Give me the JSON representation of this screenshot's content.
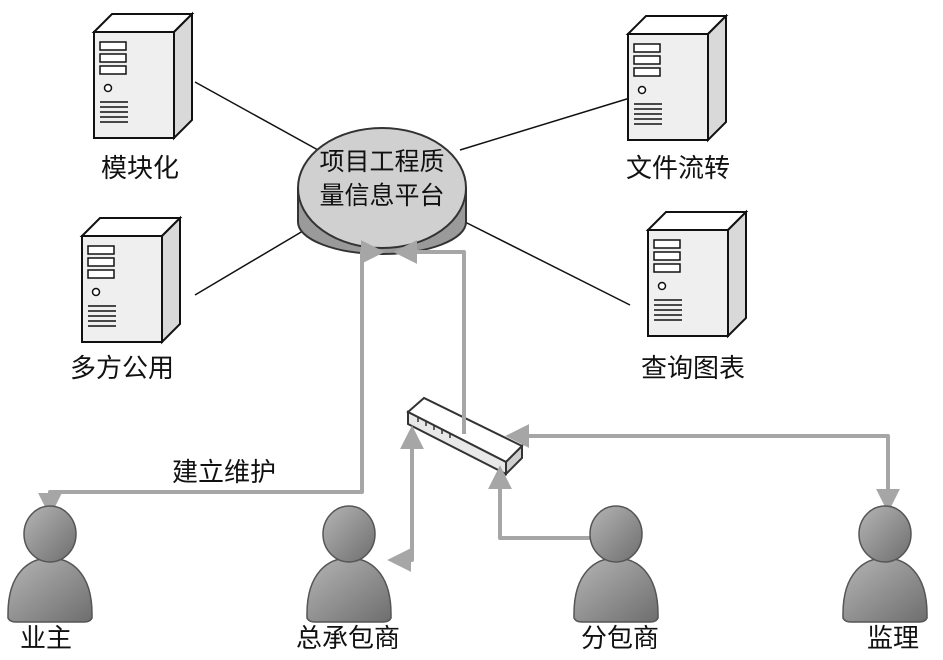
{
  "hub": {
    "line1": "项目工程质",
    "line2": "量信息平台"
  },
  "servers": {
    "s1": "模块化",
    "s2": "文件流转",
    "s3": "多方公用",
    "s4": "查询图表"
  },
  "edge_label": "建立维护",
  "people": {
    "p1": "业主",
    "p2": "总承包商",
    "p3": "分包商",
    "p4": "监理"
  },
  "colors": {
    "link": "#a6a6a6",
    "server": "#e6e6e6",
    "person": "#8c8c8c",
    "hub": "#cfcfcf"
  }
}
